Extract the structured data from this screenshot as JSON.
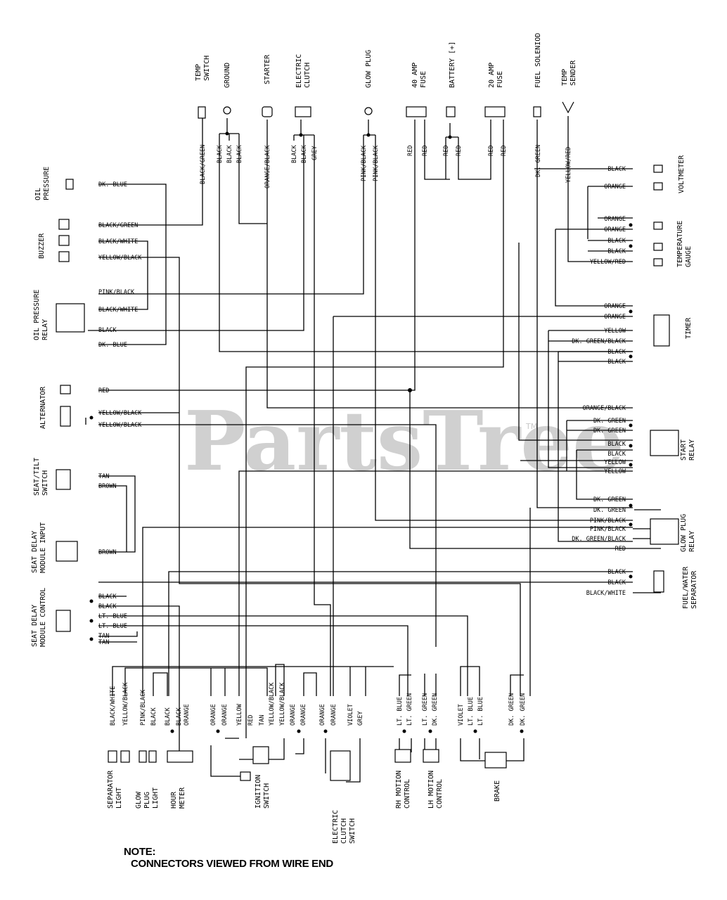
{
  "watermark": {
    "text": "PartsTree",
    "tm": "TM"
  },
  "note": {
    "title": "NOTE:",
    "text": "CONNECTORS VIEWED FROM WIRE END"
  },
  "components": {
    "temp_switch": [
      "TEMP",
      "SWITCH"
    ],
    "ground": [
      "GROUND"
    ],
    "starter": [
      "STARTER"
    ],
    "electric_clutch": [
      "ELECTRIC",
      "CLUTCH"
    ],
    "glow_plug": [
      "GLOW PLUG"
    ],
    "fuse_40": [
      "40 AMP",
      "FUSE"
    ],
    "battery": [
      "BATTERY [+]"
    ],
    "fuse_20": [
      "20 AMP",
      "FUSE"
    ],
    "fuel_solenoid": [
      "FUEL SOLENIOD"
    ],
    "temp_sender": [
      "TEMP",
      "SENDER"
    ],
    "oil_pressure": [
      "OIL",
      "PRESSURE"
    ],
    "buzzer": [
      "BUZZER"
    ],
    "oil_pressure_relay": [
      "OIL PRESSURE",
      "RELAY"
    ],
    "alternator": [
      "ALTERNATOR"
    ],
    "seat_tilt_switch": [
      "SEAT/TILT",
      "SWITCH"
    ],
    "seat_delay_input": [
      "SEAT DELAY",
      "MODULE INPUT"
    ],
    "seat_delay_control": [
      "SEAT DELAY",
      "MODULE CONTROL"
    ],
    "voltmeter": [
      "VOLTMETER"
    ],
    "temperature_gauge": [
      "TEMPERATURE",
      "GAUGE"
    ],
    "timer": [
      "TIMER"
    ],
    "start_relay": [
      "START",
      "RELAY"
    ],
    "glow_plug_relay": [
      "GLOW PLUG",
      "RELAY"
    ],
    "fuel_water_separator": [
      "FUEL/WATER",
      "SEPARATOR"
    ],
    "separator_light": [
      "SEPARATOR",
      "LIGHT"
    ],
    "glow_plug_light": [
      "GLOW",
      "PLUG",
      "LIGHT"
    ],
    "hour_meter": [
      "HOUR",
      "METER"
    ],
    "ignition_switch": [
      "IGNITION",
      "SWITCH"
    ],
    "electric_clutch_switch": [
      "ELECTRIC",
      "CLUTCH",
      "SWITCH"
    ],
    "rh_motion_control": [
      "RH MOTION",
      "CONTROL"
    ],
    "lh_motion_control": [
      "LH MOTION",
      "CONTROL"
    ],
    "brake": [
      "BRAKE"
    ]
  },
  "wires": {
    "top": [
      "BLACK/GREEN",
      "BLACK",
      "BLACK",
      "BLACK",
      "ORANGE/BLACK",
      "BLACK",
      "BLACK",
      "GREY",
      "PINK/BLACK",
      "PINK/BLACK",
      "RED",
      "RED",
      "RED",
      "RED",
      "RED",
      "RED",
      "DK. GREEN",
      "YELLOW/RED"
    ],
    "left": [
      "DK. BLUE",
      "BLACK/GREEN",
      "BLACK/WHITE",
      "YELLOW/BLACK",
      "PINK/BLACK",
      "BLACK/WHITE",
      "BLACK",
      "DK. BLUE",
      "RED",
      "YELLOW/BLACK",
      "YELLOW/BLACK",
      "TAN",
      "BROWN",
      "BROWN",
      "BLACK",
      "BLACK",
      "LT. BLUE",
      "LT. BLUE",
      "TAN",
      "TAN"
    ],
    "right": [
      "BLACK",
      "ORANGE",
      "ORANGE",
      "ORANGE",
      "BLACK",
      "BLACK",
      "YELLOW/RED",
      "ORANGE",
      "ORANGE",
      "YELLOW",
      "DK. GREEN/BLACK",
      "BLACK",
      "BLACK",
      "ORANGE/BLACK",
      "DK. GREEN",
      "DK. GREEN",
      "BLACK",
      "BLACK",
      "YELLOW",
      "YELLOW",
      "DK. GREEN",
      "DK. GREEN",
      "PINK/BLACK",
      "PINK/BLACK",
      "DK. GREEN/BLACK",
      "RED",
      "BLACK",
      "BLACK",
      "BLACK/WHITE"
    ],
    "bottom": [
      "BLACK/WHITE",
      "YELLOW/BLACK",
      "PINK/BLACK",
      "BLACK",
      "BLACK",
      "BLACK",
      "ORANGE",
      "ORANGE",
      "ORANGE",
      "YELLOW",
      "RED",
      "TAN",
      "YELLOW/BLACK",
      "YELLOW/BLACK",
      "ORANGE",
      "ORANGE",
      "ORANGE",
      "ORANGE",
      "VIOLET",
      "GREY",
      "LT. BLUE",
      "LT. GREEN",
      "LT. GREEN",
      "DK. GREEN",
      "VIOLET",
      "LT. BLUE",
      "LT. BLUE",
      "DK. GREEN",
      "DK. GREEN"
    ]
  }
}
